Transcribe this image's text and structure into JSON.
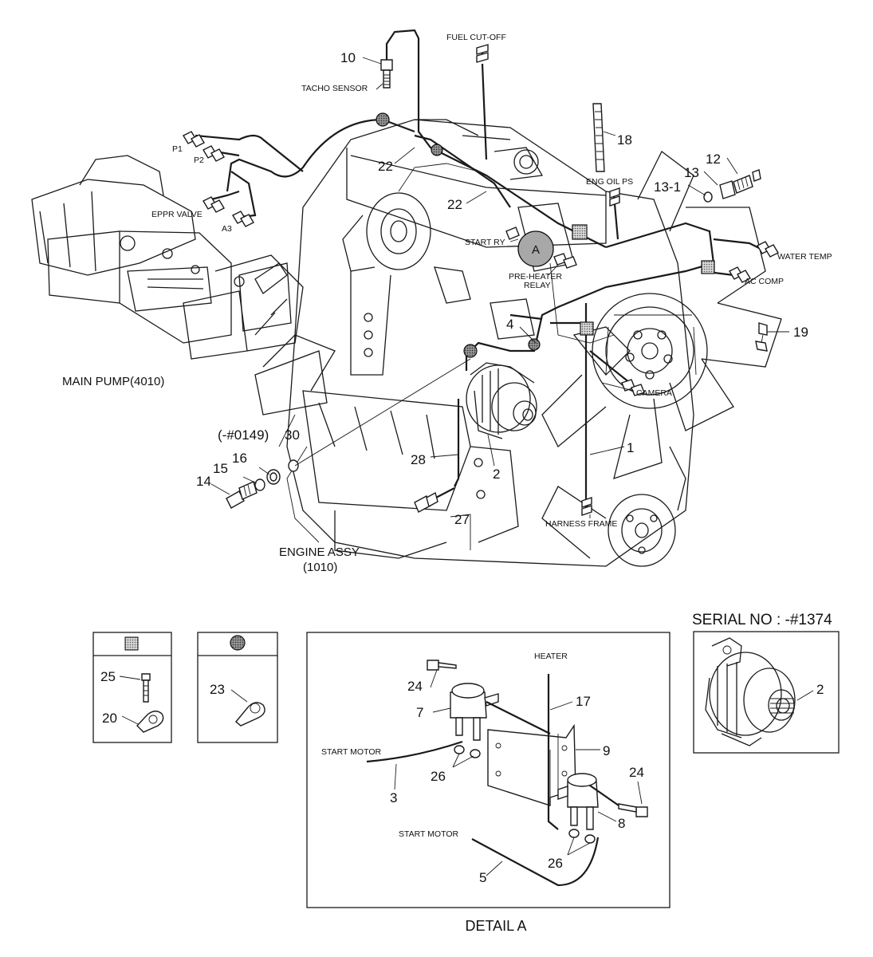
{
  "labels": {
    "fuel_cut_off": "FUEL CUT-OFF",
    "tacho_sensor": "TACHO SENSOR",
    "p1": "P1",
    "p2": "P2",
    "eppr_valve": "EPPR VALVE",
    "a3": "A3",
    "eng_oil_ps": "ENG OIL PS",
    "start_ry": "START RY",
    "pre_heater_relay_1": "PRE-HEATER",
    "pre_heater_relay_2": "RELAY",
    "water_temp": "WATER TEMP",
    "ac_comp": "AC COMP",
    "camera": "CAMERA",
    "harness_frame": "HARNESS FRAME",
    "main_pump": "MAIN PUMP(4010)",
    "engine_assy_1": "ENGINE ASSY",
    "engine_assy_2": "(1010)",
    "serial_no_prefix": "(-#0149)",
    "heater": "HEATER",
    "start_motor": "START MOTOR",
    "serial_no": "SERIAL NO : -#1374",
    "detail_a": "DETAIL A",
    "circle_a": "A"
  },
  "parts": {
    "p10": "10",
    "p22a": "22",
    "p22b": "22",
    "p18": "18",
    "p12": "12",
    "p13": "13",
    "p13_1": "13-1",
    "p4": "4",
    "p19": "19",
    "p1": "1",
    "p2": "2",
    "p28": "28",
    "p30": "30",
    "p16": "16",
    "p15": "15",
    "p14": "14",
    "p27": "27",
    "p25": "25",
    "p20": "20",
    "p23": "23",
    "p24a": "24",
    "p7": "7",
    "p17": "17",
    "p9": "9",
    "p26a": "26",
    "p3": "3",
    "p24b": "24",
    "p8": "8",
    "p26b": "26",
    "p5": "5",
    "p2b": "2"
  },
  "colors": {
    "line": "#1a1a1a",
    "background": "#ffffff",
    "dotted_fill": "#b8b8b8",
    "circle_fill": "#9a9a9a"
  }
}
